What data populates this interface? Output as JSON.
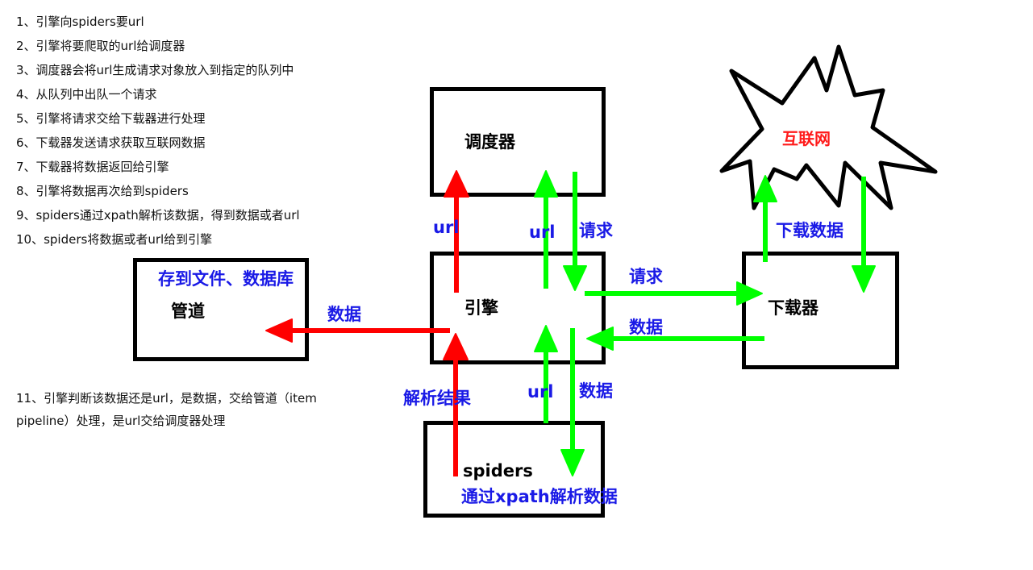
{
  "steps": [
    "1、引擎向spiders要url",
    "2、引擎将要爬取的url给调度器",
    "3、调度器会将url生成请求对象放入到指定的队列中",
    "4、从队列中出队一个请求",
    "5、引擎将请求交给下载器进行处理",
    "6、下载器发送请求获取互联网数据",
    "7、下载器将数据返回给引擎",
    "8、引擎将数据再次给到spiders",
    "9、spiders通过xpath解析该数据，得到数据或者url",
    "10、spiders将数据或者url给到引擎"
  ],
  "note": "11、引擎判断该数据还是url，是数据，交给管道（item pipeline）处理，是url交给调度器处理",
  "nodes": {
    "scheduler": "调度器",
    "engine": "引擎",
    "pipeline": "管道",
    "downloader": "下载器",
    "spiders": "spiders",
    "internet": "互联网"
  },
  "annotations": {
    "store": "存到文件、数据库",
    "spiders_parse": "通过xpath解析数据",
    "url_red": "url",
    "url_green_top": "url",
    "request_top": "请求",
    "request_mid": "请求",
    "data_mid": "数据",
    "data_pipeline": "数据",
    "download_data": "下载数据",
    "parse_result": "解析结果",
    "url_green_bottom": "url",
    "data_bottom": "数据"
  },
  "colors": {
    "red_arrow": "#ff0000",
    "green_arrow": "#00ff00",
    "blue_text": "#1a1ae6",
    "internet_text": "#ff1a1a"
  }
}
